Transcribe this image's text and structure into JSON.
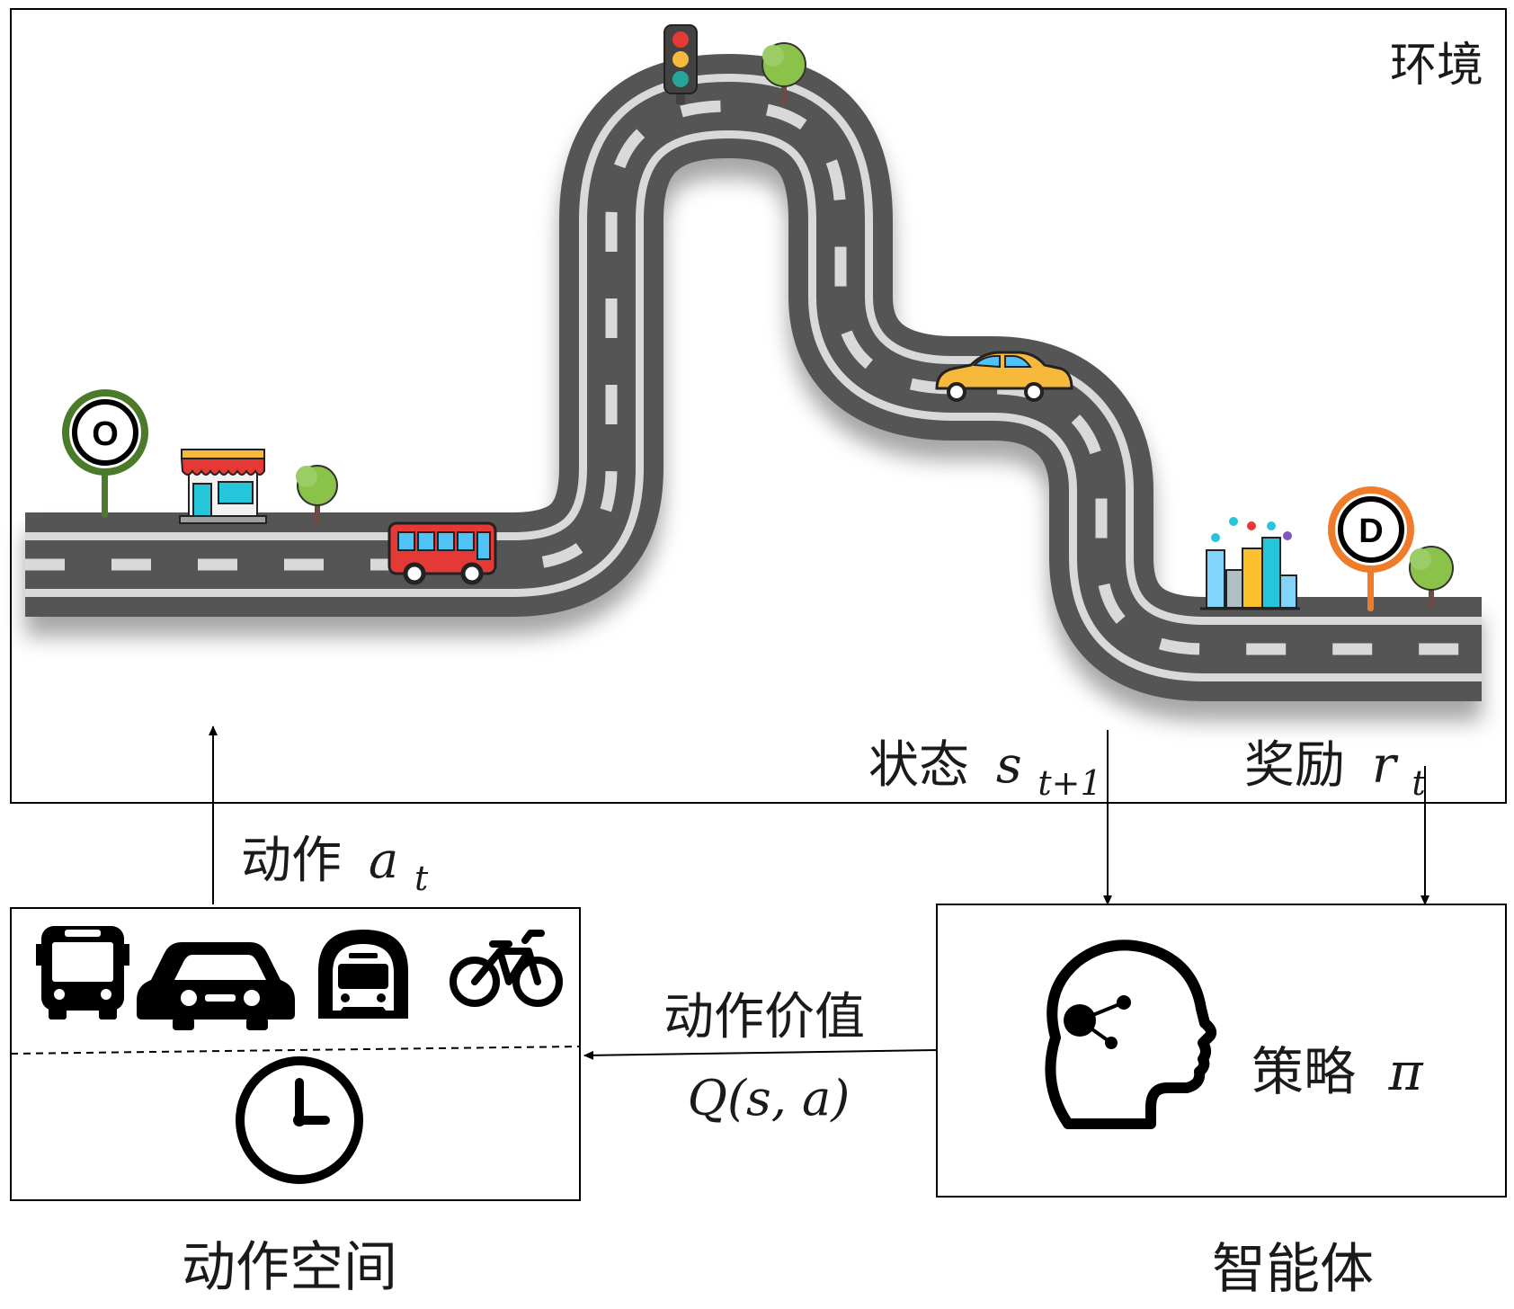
{
  "environment": {
    "title": "环境",
    "origin_marker": "O",
    "destination_marker": "D"
  },
  "labels": {
    "action": {
      "text": "动作",
      "symbol": "a",
      "subscript": "t"
    },
    "state": {
      "text": "状态",
      "symbol": "s",
      "subscript": "t+1"
    },
    "reward": {
      "text": "奖励",
      "symbol": "r",
      "subscript": "t"
    },
    "action_value": {
      "text": "动作价值",
      "formula": "Q(s, a)"
    }
  },
  "action_space": {
    "caption": "动作空间",
    "icons": [
      "bus-icon",
      "car-icon",
      "subway-icon",
      "bicycle-icon",
      "clock-icon"
    ]
  },
  "agent": {
    "caption": "智能体",
    "policy": {
      "text": "策略",
      "symbol": "π"
    },
    "icon": "brain-head-icon"
  },
  "colors": {
    "road": "#555555",
    "road_lane": "#d9d9d9",
    "origin_ring": "#4a7a2a",
    "destination_ring": "#ee7c2b",
    "bus": "#e53935",
    "taxi": "#f6b93b"
  }
}
